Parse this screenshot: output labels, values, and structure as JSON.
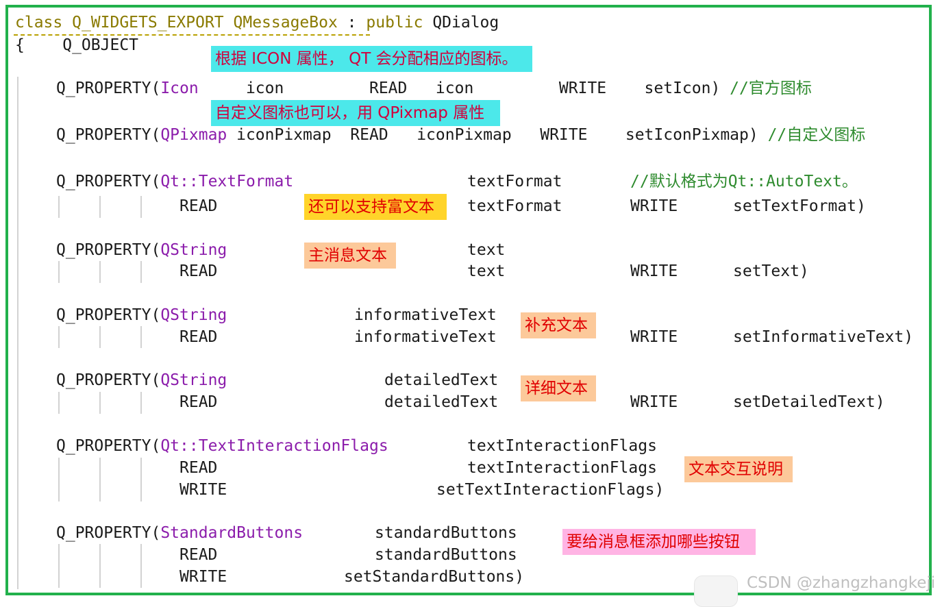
{
  "code": {
    "header": {
      "kw1": "class",
      "mid": " Q_WIDGETS_EXPORT QMessageBox ",
      "colon": ":",
      "kw2": " public",
      "base": " QDialog"
    },
    "open": "{    Q_OBJECT",
    "p1": {
      "macro": "Q_PROPERTY(",
      "type": "Icon",
      "rest": "     icon         READ   icon         WRITE    setIcon) ",
      "comment": "//官方图标"
    },
    "p2": {
      "macro": "Q_PROPERTY(",
      "type": "QPixmap",
      "rest": " iconPixmap  READ   iconPixmap   WRITE    setIconPixmap) ",
      "comment": "//自定义图标"
    },
    "p3": {
      "macro": "Q_PROPERTY(",
      "type": "Qt::TextFormat",
      "name": "textFormat",
      "comment": "//默认格式为Qt::AutoText。",
      "read": "READ",
      "read_name": "textFormat",
      "write": "WRITE",
      "write_fn": "setTextFormat)"
    },
    "p4": {
      "macro": "Q_PROPERTY(",
      "type": "QString",
      "name": "text",
      "read": "READ",
      "read_name": "text",
      "write": "WRITE",
      "write_fn": "setText)"
    },
    "p5": {
      "macro": "Q_PROPERTY(",
      "type": "QString",
      "name": "informativeText",
      "read": "READ",
      "read_name": "informativeText",
      "write": "WRITE",
      "write_fn": "setInformativeText)"
    },
    "p6": {
      "macro": "Q_PROPERTY(",
      "type": "QString",
      "name": "detailedText",
      "read": "READ",
      "read_name": "detailedText",
      "write": "WRITE",
      "write_fn": "setDetailedText)"
    },
    "p7": {
      "macro": "Q_PROPERTY(",
      "type": "Qt::TextInteractionFlags",
      "name": "textInteractionFlags",
      "read": "READ",
      "read_name": "textInteractionFlags",
      "write": "WRITE",
      "write_fn": "setTextInteractionFlags)"
    },
    "p8": {
      "macro": "Q_PROPERTY(",
      "type": "StandardButtons",
      "name": "standardButtons",
      "read": "READ",
      "read_name": "standardButtons",
      "write": "WRITE",
      "write_fn": "setStandardButtons)"
    }
  },
  "annotations": {
    "icon_note": "根据 ICON 属性， QT 会分配相应的图标。",
    "pixmap_note": "自定义图标也可以，用 QPixmap 属性",
    "rich_text_note": "还可以支持富文本",
    "main_text_note": "主消息文本",
    "info_text_note": "补充文本",
    "detail_text_note": "详细文本",
    "interaction_note": "文本交互说明",
    "buttons_note": "要给消息框添加哪些按钮"
  },
  "watermark": "CSDN @zhangzhangkeji",
  "colors": {
    "border": "#22b14c",
    "keyword": "#8a7a00",
    "type": "#8b1cab",
    "comment": "#2e8b2e"
  }
}
